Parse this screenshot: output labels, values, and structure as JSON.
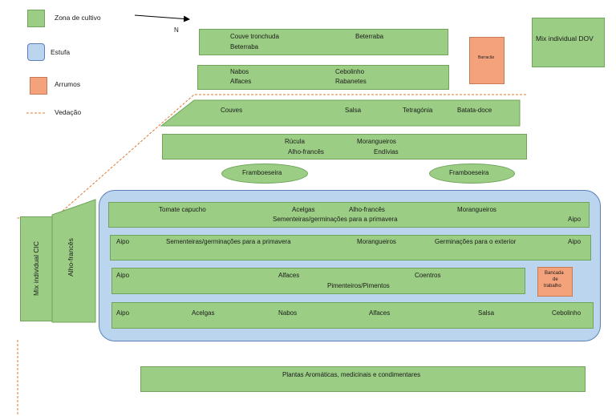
{
  "legend": {
    "zona_cultivo": "Zona de cultivo",
    "estufa": "Estufa",
    "arrumos": "Arrumos",
    "vedacao": "Vedação"
  },
  "north_label": "N",
  "colors": {
    "cultivo": "#9bce84",
    "estufa": "#bcd5ee",
    "arrumos": "#f4a27c",
    "vedacao": "#e07a2e"
  },
  "mix_dov": "Mix individual  DOV",
  "barracao": "Barracão",
  "bed1": {
    "a": "Couve tronchuda",
    "b": "Beterraba",
    "c": "Beterraba"
  },
  "bed2": {
    "a": "Nabos",
    "b": "Cebolinho",
    "c": "Alfaces",
    "d": "Rabanetes"
  },
  "bed3": {
    "a": "Couves",
    "b": "Salsa",
    "c": "Tetragónia",
    "d": "Batata-doce"
  },
  "bed4": {
    "a": "Rúcula",
    "b": "Morangueiros",
    "c": "Alho-francês",
    "d": "Endívias"
  },
  "framboeseira_1": "Framboeseira",
  "framboeseira_2": "Framboeseira",
  "mix_cic": "Mix individual CIC",
  "alho_frances_side": "Alho-francês",
  "g1": {
    "a": "Tomate  capucho",
    "b": "Acelgas",
    "c": "Alho-francês",
    "d": "Morangueiros",
    "e": "Sementeiras/germinações  para a primavera",
    "f": "Aipo"
  },
  "g2": {
    "a": "Aipo",
    "b": "Sementeiras/germinações  para a primavera",
    "c": "Morangueiros",
    "d": "Germinações  para o exterior",
    "e": "Aipo"
  },
  "g3": {
    "a": "Aipo",
    "b": "Alfaces",
    "c": "Coentros",
    "d": "Pimenteiros/Pimentos"
  },
  "bancada": [
    "Bancada",
    "de",
    "trabalho"
  ],
  "g4": {
    "a": "Aipo",
    "b": "Acelgas",
    "c": "Nabos",
    "d": "Alfaces",
    "e": "Salsa",
    "f": "Cebolinho"
  },
  "plantas": "Plantas  Aromáticas, medicinais  e condimentares"
}
